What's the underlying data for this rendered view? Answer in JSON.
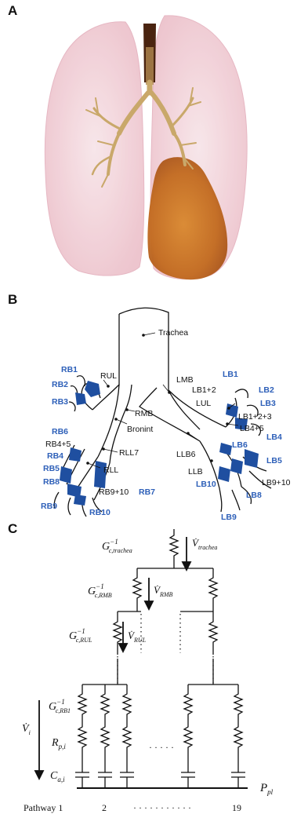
{
  "panels": {
    "a": "A",
    "b": "B",
    "c": "C"
  },
  "colors": {
    "lung": "#f2cfd6",
    "airway": "#c9a86a",
    "trachea": "#4a2410",
    "lobe": "#c76a1e",
    "segment_fill": "#1f4fa0",
    "segment_label": "#2d5fb8"
  },
  "panel_b": {
    "airways": {
      "trachea": "Trachea",
      "rul": "RUL",
      "lmb": "LMB",
      "lb12": "LB1+2",
      "lul": "LUL",
      "rmb": "RMB",
      "bronint": "Bronint",
      "lb45": "LB4+5",
      "lb123": "LB1+2+3",
      "rb45": "RB4+5",
      "rll7": "RLL7",
      "llb6": "LLB6",
      "llb": "LLB",
      "rll": "RLL",
      "rb910": "RB9+10",
      "lb910": "LB9+10"
    },
    "segments": {
      "rb1": "RB1",
      "rb2": "RB2",
      "rb3": "RB3",
      "rb6": "RB6",
      "rb4": "RB4",
      "rb5": "RB5",
      "rb8": "RB8",
      "rb9": "RB9",
      "rb10": "RB10",
      "rb7": "RB7",
      "lb1": "LB1",
      "lb2": "LB2",
      "lb3": "LB3",
      "lb4": "LB4",
      "lb5": "LB5",
      "lb6": "LB6",
      "lb8": "LB8",
      "lb9": "LB9",
      "lb10": "LB10"
    }
  },
  "panel_c": {
    "g_trachea": {
      "base": "G",
      "sub": "c,trachea",
      "sup": "−1"
    },
    "v_trachea": {
      "base": "V̇",
      "sub": "trachea"
    },
    "g_rmb": {
      "base": "G",
      "sub": "c,RMB",
      "sup": "−1"
    },
    "v_rmb": {
      "base": "V̇",
      "sub": "RMB"
    },
    "g_rul": {
      "base": "G",
      "sub": "c,RUL",
      "sup": "−1"
    },
    "v_rul": {
      "base": "V̇",
      "sub": "RUL"
    },
    "g_rb1": {
      "base": "G",
      "sub": "c,RB1",
      "sup": "−1"
    },
    "v_i": {
      "base": "V̇",
      "sub": "i"
    },
    "r_pi": {
      "base": "R",
      "sub": "p,i"
    },
    "c_ai": {
      "base": "C",
      "sub": "a,i"
    },
    "p_pl": {
      "base": "P",
      "sub": "pl"
    },
    "pathway_label": "Pathway 1",
    "pathway_2": "2",
    "pathway_dots": "· · · · · · · · · · ·",
    "pathway_19": "19",
    "mid_dots": "· · · · ·"
  }
}
